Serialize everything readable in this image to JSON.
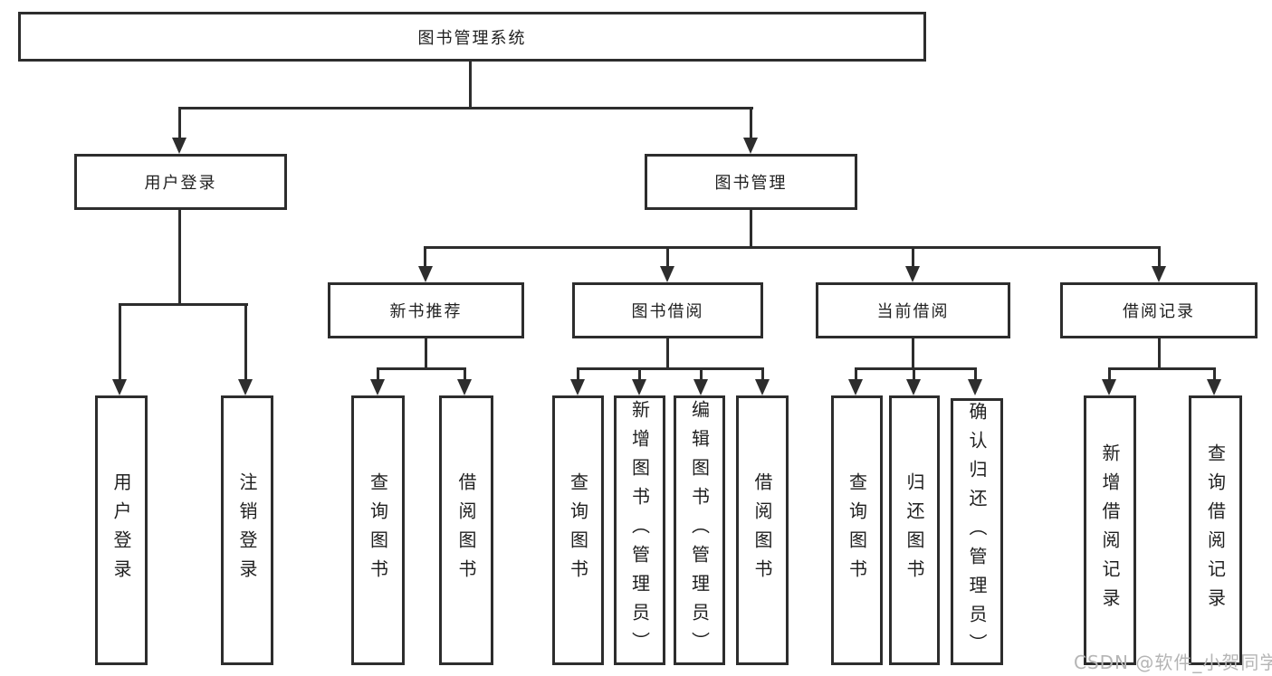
{
  "diagram": {
    "root": {
      "label": "图书管理系统"
    },
    "branches": [
      {
        "label": "用户登录",
        "children": [
          {
            "label": "用户登录"
          },
          {
            "label": "注销登录"
          }
        ]
      },
      {
        "label": "图书管理",
        "children": [
          {
            "label": "新书推荐",
            "children": [
              {
                "label": "查询图书"
              },
              {
                "label": "借阅图书"
              }
            ]
          },
          {
            "label": "图书借阅",
            "children": [
              {
                "label": "查询图书"
              },
              {
                "label": "新增图书（管理员）"
              },
              {
                "label": "编辑图书（管理员）"
              },
              {
                "label": "借阅图书"
              }
            ]
          },
          {
            "label": "当前借阅",
            "children": [
              {
                "label": "查询图书"
              },
              {
                "label": "归还图书"
              },
              {
                "label": "确认归还（管理员）"
              }
            ]
          },
          {
            "label": "借阅记录",
            "children": [
              {
                "label": "新增借阅记录"
              },
              {
                "label": "查询借阅记录"
              }
            ]
          }
        ]
      }
    ]
  },
  "watermark": {
    "text": "CSDN @软件_小贺同学"
  },
  "colors": {
    "line": "#2d2d2d",
    "text": "#1f1f1f",
    "background": "#ffffff",
    "watermark": "#b5b5b5"
  }
}
